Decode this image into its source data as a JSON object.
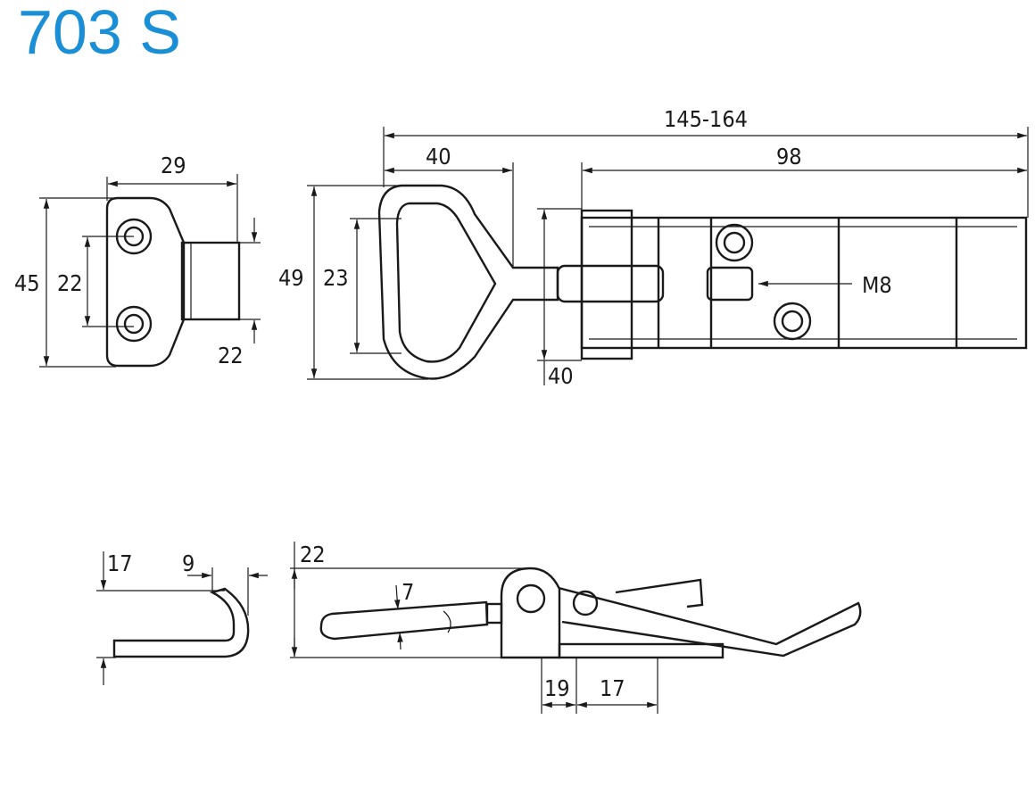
{
  "title": "703 S",
  "colors": {
    "title": "#1a8fd6",
    "lines": "#1a1a1a"
  },
  "hook_plate_view": {
    "width": "29",
    "height": "45",
    "hole_spacing": "22",
    "hook_width": "22"
  },
  "top_view": {
    "overall_length": "145-164",
    "handle_length": "40",
    "body_length": "98",
    "handle_height": "49",
    "handle_inner": "23",
    "body_width": "40",
    "thread": "M8"
  },
  "hook_side_view": {
    "height": "17",
    "depth": "9"
  },
  "side_view": {
    "height": "22",
    "rod_diameter": "7",
    "base_a": "19",
    "base_b": "17"
  }
}
